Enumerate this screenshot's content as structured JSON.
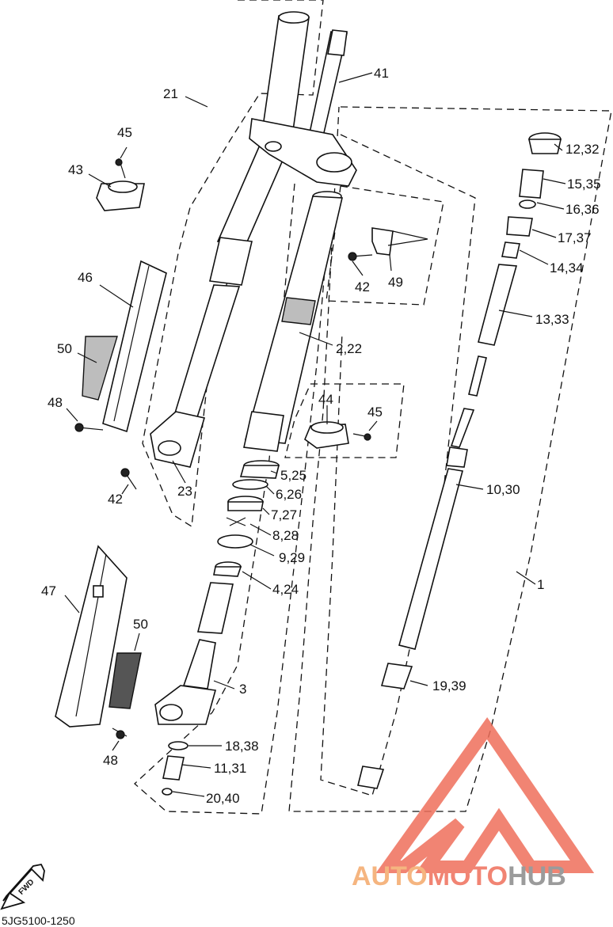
{
  "diagram_code": "5JG5100-1250",
  "fwd_label": "FWD",
  "watermark": {
    "part1": "AUTO",
    "part2": "MOTO",
    "part3": "HUB",
    "color1": "#f4a96b",
    "color2": "#ef6f5b",
    "color3": "#8a8a8a"
  },
  "callouts": [
    {
      "id": "c21",
      "text": "21"
    },
    {
      "id": "c41",
      "text": "41"
    },
    {
      "id": "c45a",
      "text": "45"
    },
    {
      "id": "c43",
      "text": "43"
    },
    {
      "id": "c12",
      "text": "12,32"
    },
    {
      "id": "c15",
      "text": "15,35"
    },
    {
      "id": "c16",
      "text": "16,36"
    },
    {
      "id": "c17",
      "text": "17,37"
    },
    {
      "id": "c14",
      "text": "14,34"
    },
    {
      "id": "c13",
      "text": "13,33"
    },
    {
      "id": "c46",
      "text": "46"
    },
    {
      "id": "c50a",
      "text": "50"
    },
    {
      "id": "c42a",
      "text": "42"
    },
    {
      "id": "c49",
      "text": "49"
    },
    {
      "id": "c2",
      "text": "2,22"
    },
    {
      "id": "c48a",
      "text": "48"
    },
    {
      "id": "c44",
      "text": "44"
    },
    {
      "id": "c45b",
      "text": "45"
    },
    {
      "id": "c42b",
      "text": "42"
    },
    {
      "id": "c23",
      "text": "23"
    },
    {
      "id": "c5",
      "text": "5,25"
    },
    {
      "id": "c6",
      "text": "6,26"
    },
    {
      "id": "c7",
      "text": "7,27"
    },
    {
      "id": "c8",
      "text": "8,28"
    },
    {
      "id": "c9",
      "text": "9,29"
    },
    {
      "id": "c10",
      "text": "10,30"
    },
    {
      "id": "c4",
      "text": "4,24"
    },
    {
      "id": "c1",
      "text": "1"
    },
    {
      "id": "c47",
      "text": "47"
    },
    {
      "id": "c50b",
      "text": "50"
    },
    {
      "id": "c3",
      "text": "3"
    },
    {
      "id": "c19",
      "text": "19,39"
    },
    {
      "id": "c18",
      "text": "18,38"
    },
    {
      "id": "c11",
      "text": "11,31"
    },
    {
      "id": "c48b",
      "text": "48"
    },
    {
      "id": "c20",
      "text": "20,40"
    }
  ]
}
